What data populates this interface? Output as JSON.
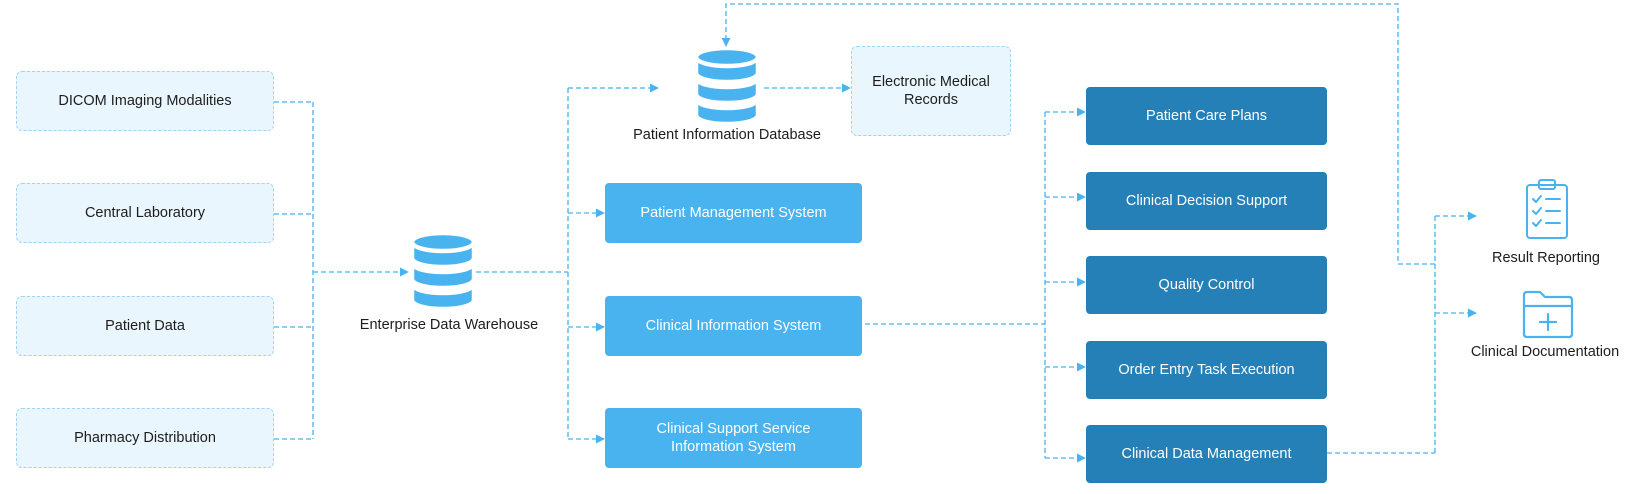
{
  "sources": [
    {
      "label": "DICOM Imaging Modalities"
    },
    {
      "label": "Central Laboratory"
    },
    {
      "label": "Patient Data"
    },
    {
      "label": "Pharmacy Distribution"
    }
  ],
  "warehouse": {
    "label": "Enterprise Data Warehouse",
    "icon": "database-icon"
  },
  "patient_db": {
    "label": "Patient Information Database",
    "icon": "database-icon"
  },
  "emr": {
    "label": "Electronic Medical Records"
  },
  "systems": [
    {
      "label": "Patient Management System"
    },
    {
      "label": "Clinical Information System"
    },
    {
      "label": "Clinical Support Service Information System"
    }
  ],
  "outputs": [
    {
      "label": "Patient Care Plans"
    },
    {
      "label": "Clinical Decision Support"
    },
    {
      "label": "Quality Control"
    },
    {
      "label": "Order Entry Task Execution"
    },
    {
      "label": "Clinical Data Management"
    }
  ],
  "reports": [
    {
      "label": "Result Reporting",
      "icon": "clipboard-checklist-icon"
    },
    {
      "label": "Clinical Documentation",
      "icon": "medical-folder-icon"
    }
  ],
  "colors": {
    "source_fill": "#eaf6fd",
    "source_border": "#9fd4f3",
    "system_fill": "#49b3ef",
    "output_fill": "#2480b6",
    "connector": "#49b3ef"
  }
}
